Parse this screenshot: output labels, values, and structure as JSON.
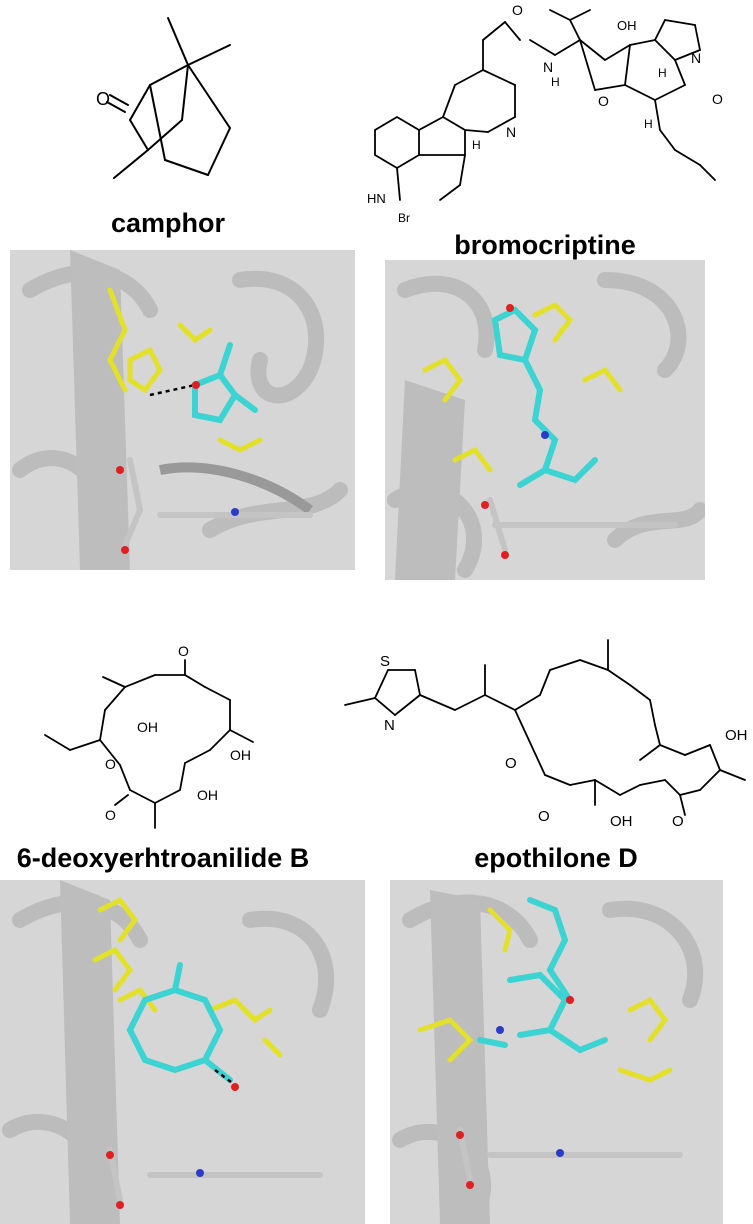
{
  "molecules": [
    {
      "name": "camphor"
    },
    {
      "name": "bromocriptine"
    },
    {
      "name": "6-deoxyerhtroanilide B"
    },
    {
      "name": "epothilone D"
    }
  ],
  "atom_labels": {
    "camphor": {
      "o": "O"
    },
    "bromocriptine": {
      "o1": "O",
      "nh": "N",
      "h_amide": "H",
      "oh": "OH",
      "n_ring": "N",
      "h1": "H",
      "o2": "O",
      "o3": "O",
      "n_methyl": "N",
      "h2": "H",
      "h3": "H",
      "hn": "HN",
      "br": "Br"
    },
    "deoxy": {
      "o_top": "O",
      "oh1": "OH",
      "oh2": "OH",
      "oh3": "OH",
      "o_ring": "O",
      "o_carb": "O"
    },
    "epothilone": {
      "s": "S",
      "n": "N",
      "oh_right": "OH",
      "o_ring": "O",
      "o1": "O",
      "oh_bottom": "OH",
      "o2": "O"
    }
  },
  "colors": {
    "protein": "#c9c9c9",
    "protein_dark": "#a9a9a9",
    "ligand": "#3cd3d3",
    "residue": "#e3e02a",
    "heme": "#c4c4c4",
    "oxygen": "#e02020",
    "nitrogen": "#2a3cc8"
  }
}
